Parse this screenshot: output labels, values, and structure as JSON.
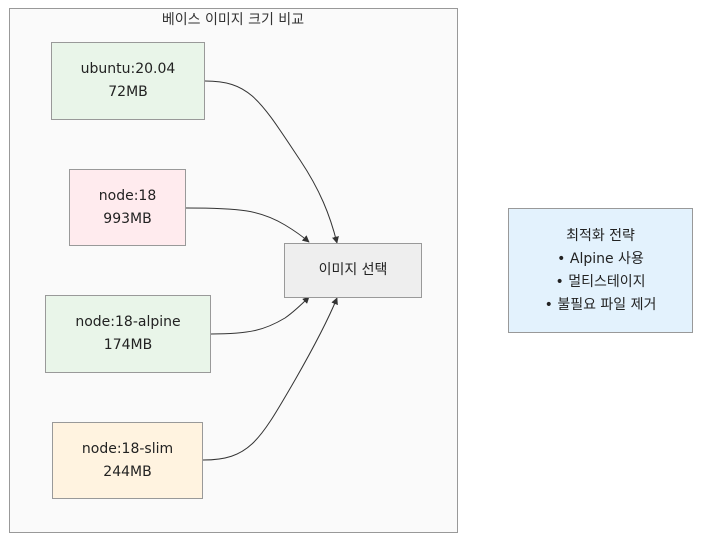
{
  "diagram": {
    "cluster": {
      "title": "베이스 이미지 크기 비교"
    },
    "nodes": [
      {
        "id": "ubuntu",
        "name": "ubuntu:20.04",
        "size": "72MB",
        "fill": "#e9f5e9"
      },
      {
        "id": "node18",
        "name": "node:18",
        "size": "993MB",
        "fill": "#ffebee"
      },
      {
        "id": "alpine",
        "name": "node:18-alpine",
        "size": "174MB",
        "fill": "#e9f5e9"
      },
      {
        "id": "slim",
        "name": "node:18-slim",
        "size": "244MB",
        "fill": "#fff3e0"
      }
    ],
    "select_node": {
      "label": "이미지 선택",
      "fill": "#eeeeee"
    },
    "strategy": {
      "title": "최적화 전략",
      "items": [
        "• Alpine 사용",
        "• 멀티스테이지",
        "• 불필요 파일 제거"
      ],
      "fill": "#e3f2fd"
    },
    "edges": [
      {
        "from": "ubuntu",
        "to": "select"
      },
      {
        "from": "node18",
        "to": "select"
      },
      {
        "from": "alpine",
        "to": "select"
      },
      {
        "from": "slim",
        "to": "select"
      }
    ]
  }
}
